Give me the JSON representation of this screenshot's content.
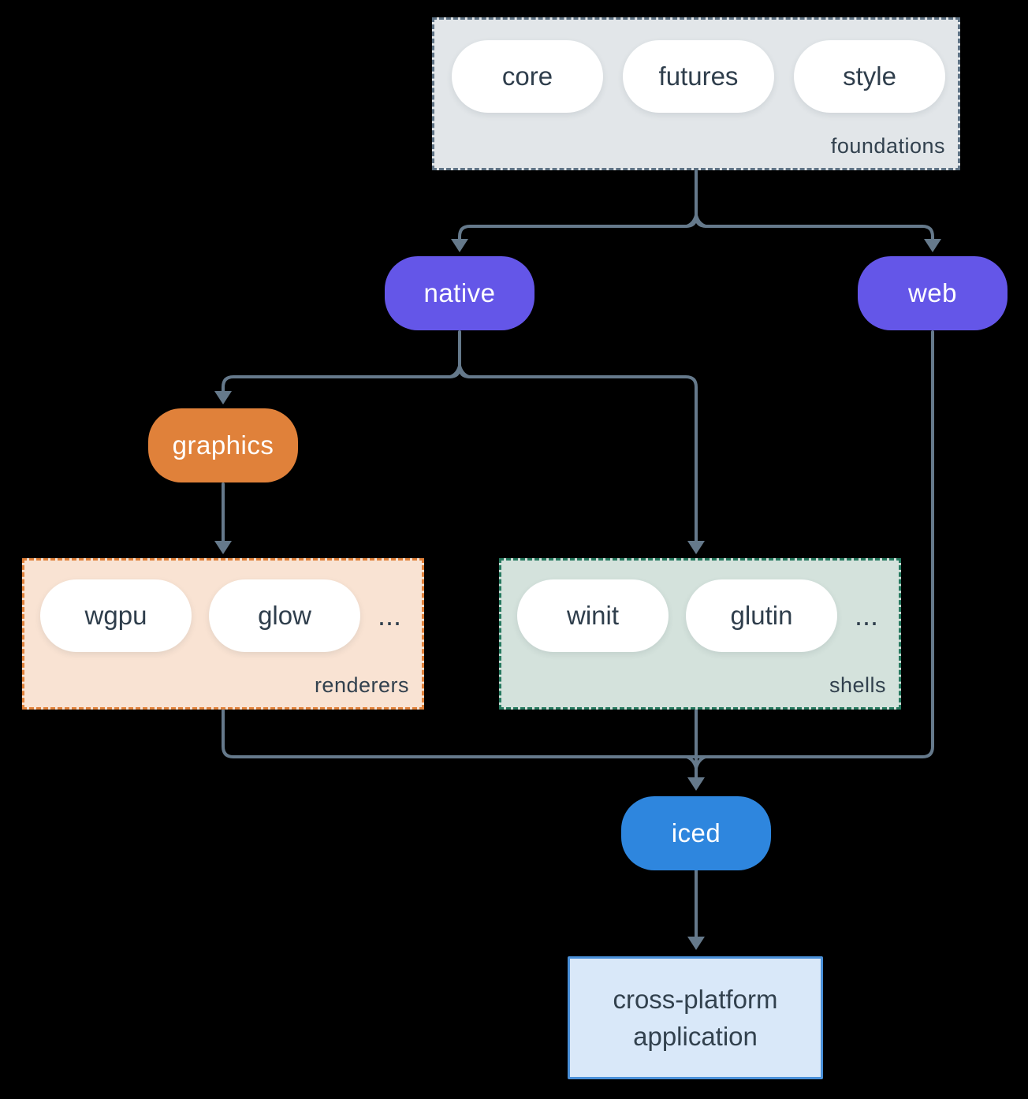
{
  "diagram": {
    "colors": {
      "background": "#000000",
      "arrow": "#65798b",
      "purple_node": "#6456e8",
      "orange_node": "#e0813a",
      "blue_node": "#2e86de",
      "foundations_fill": "#e2e6e9",
      "foundations_border": "#5d7183",
      "renderers_fill": "#f9e3d3",
      "renderers_border": "#e0813a",
      "shells_fill": "#d4e2dc",
      "shells_border": "#26795f",
      "application_fill": "#d9e8f9",
      "application_border": "#4a90d9",
      "dark_text": "#32414e"
    },
    "foundations": {
      "label": "foundations",
      "pills": [
        "core",
        "futures",
        "style"
      ]
    },
    "nodes": {
      "native": {
        "label": "native"
      },
      "web": {
        "label": "web"
      },
      "graphics": {
        "label": "graphics"
      },
      "iced": {
        "label": "iced"
      },
      "application": {
        "label": "cross-platform application"
      }
    },
    "renderers": {
      "label": "renderers",
      "pills": [
        "wgpu",
        "glow"
      ],
      "more": "..."
    },
    "shells": {
      "label": "shells",
      "pills": [
        "winit",
        "glutin"
      ],
      "more": "..."
    },
    "edges": [
      {
        "from": "foundations",
        "to": "native"
      },
      {
        "from": "foundations",
        "to": "web"
      },
      {
        "from": "native",
        "to": "graphics"
      },
      {
        "from": "native",
        "to": "shells"
      },
      {
        "from": "graphics",
        "to": "renderers"
      },
      {
        "from": "renderers",
        "to": "iced"
      },
      {
        "from": "shells",
        "to": "iced"
      },
      {
        "from": "web",
        "to": "iced"
      },
      {
        "from": "iced",
        "to": "application"
      }
    ]
  }
}
